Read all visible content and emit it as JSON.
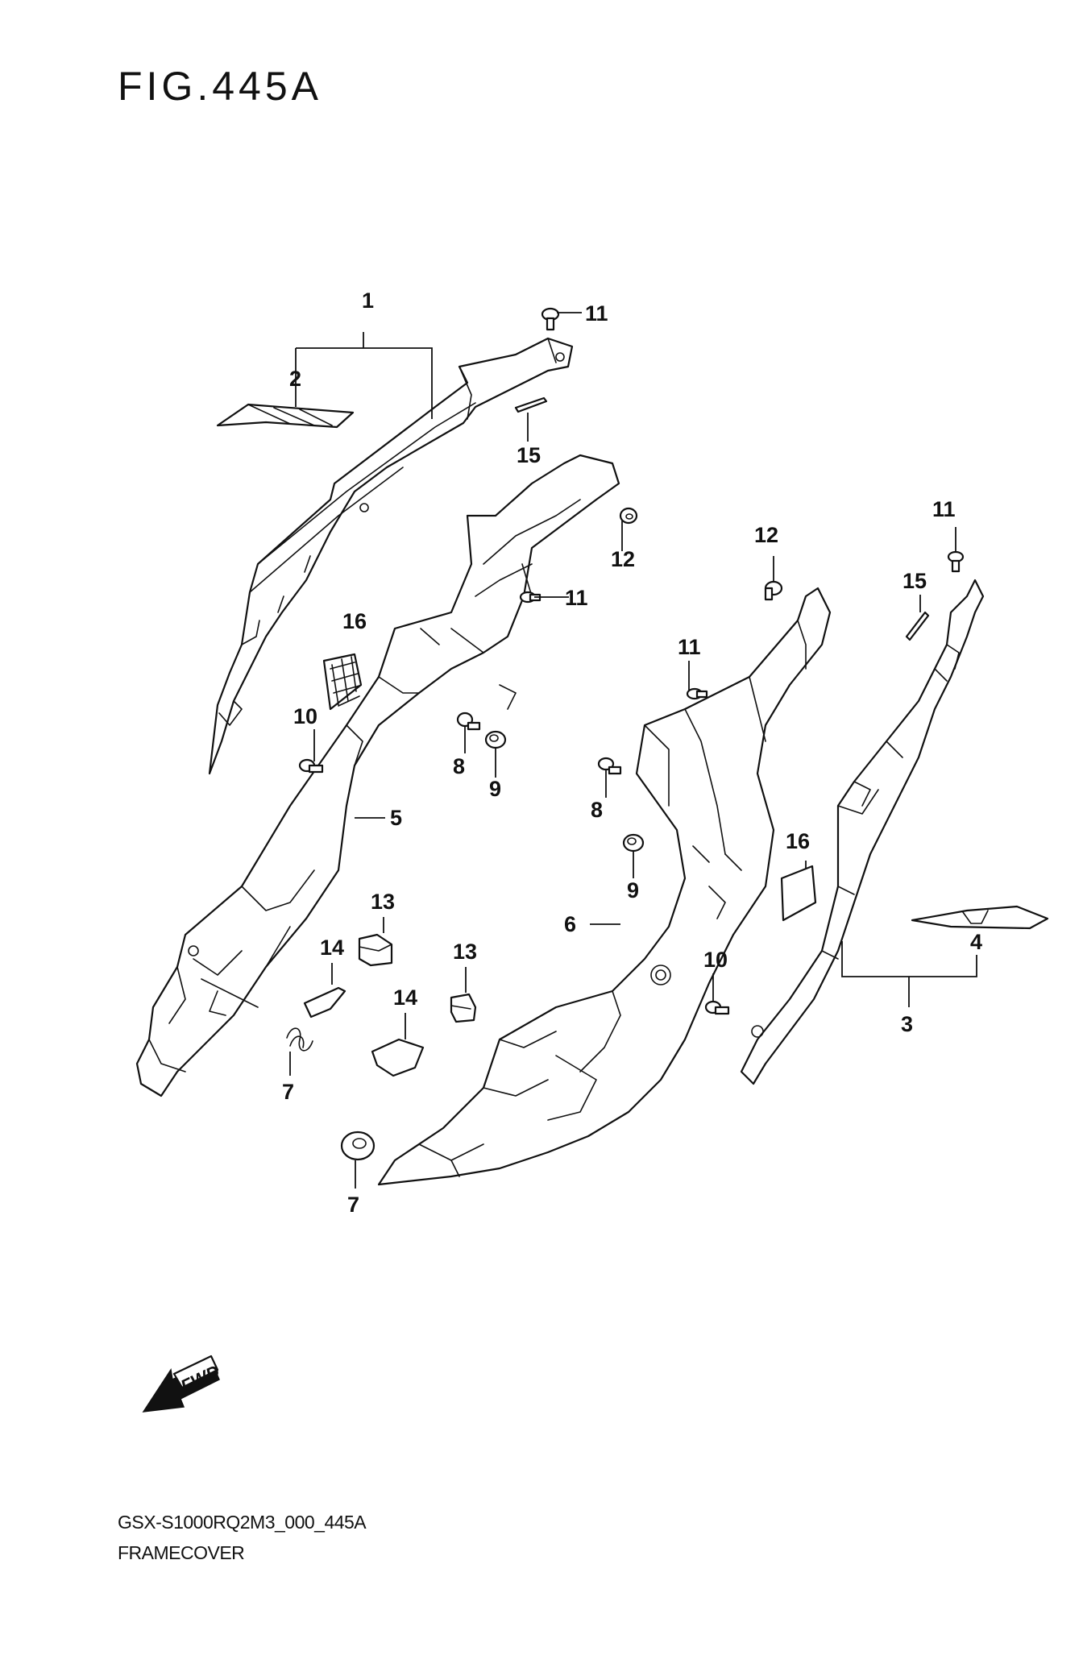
{
  "figure": {
    "title": "FIG.445A",
    "model_code": "GSX-S1000RQ2M3_000_445A",
    "name": "FRAMECOVER"
  },
  "fwd_arrow": {
    "label": "FWD",
    "icon": "fwd-arrow-icon"
  },
  "callouts": {
    "c1": "1",
    "c2": "2",
    "c3": "3",
    "c4": "4",
    "c5": "5",
    "c6": "6",
    "c7a": "7",
    "c7b": "7",
    "c8a": "8",
    "c8b": "8",
    "c9a": "9",
    "c9b": "9",
    "c10a": "10",
    "c10b": "10",
    "c11a": "11",
    "c11b": "11",
    "c11c": "11",
    "c11d": "11",
    "c12a": "12",
    "c12b": "12",
    "c13a": "13",
    "c13b": "13",
    "c14a": "14",
    "c14b": "14",
    "c15a": "15",
    "c15b": "15",
    "c16a": "16",
    "c16b": "16"
  }
}
